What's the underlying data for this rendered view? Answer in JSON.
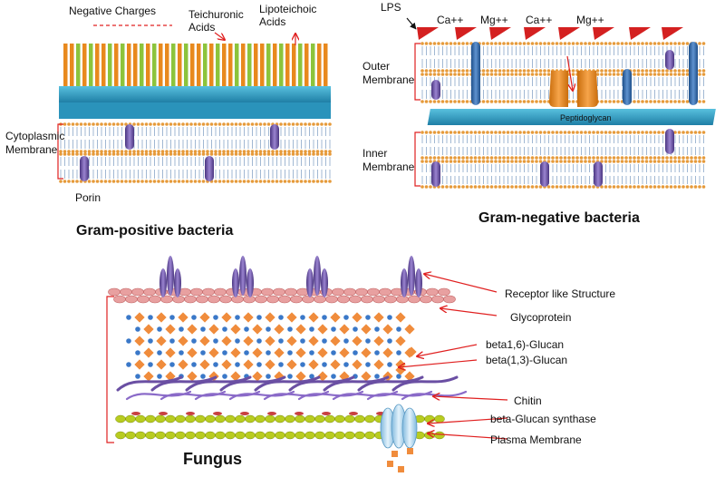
{
  "gram_positive": {
    "title": "Gram-positive bacteria",
    "labels": {
      "negative_charges": "Negative Charges",
      "teichuronic_acids": [
        "Teichuronic",
        "Acids"
      ],
      "lipoteichoic_acids": [
        "Lipoteichoic",
        "Acids"
      ],
      "cytoplasmic_membrane": [
        "Cytoplasmic",
        "Membrane"
      ],
      "porin": "Porin"
    }
  },
  "gram_negative": {
    "title": "Gram-negative bacteria",
    "labels": {
      "lps": "LPS",
      "ions": [
        "Ca++",
        "Mg++",
        "Ca++",
        "Mg++"
      ],
      "outer_membrane": [
        "Outer",
        "Membrane"
      ],
      "peptidoglycan": "Peptidoglycan",
      "inner_membrane": [
        "Inner",
        "Membrane"
      ]
    }
  },
  "fungus": {
    "title": "Fungus",
    "labels": {
      "receptor": "Receptor like Structure",
      "glycoprotein": "Glycoprotein",
      "beta16": "beta1,6)-Glucan",
      "beta13": "beta(1,3)-Glucan",
      "chitin": "Chitin",
      "synthase": "beta-Glucan synthase",
      "plasma_membrane": "Plasma Membrane"
    }
  },
  "colors": {
    "lipid_head": "#e69a3a",
    "lipid_tail": "#8aa6c8",
    "peptidoglycan": "#2f9fc3",
    "protein": "#6a4fa3",
    "porin_orange": "#e8891d",
    "lps_red": "#d42020",
    "arrow_red": "#e02020",
    "receptor_pink": "#e8a0a0",
    "glucan_orange": "#f08c3c",
    "glucan_blue": "#3a78c8",
    "chitin_purple": "#6a4fa3",
    "membrane_green": "#b8cc20",
    "synthase_blue": "#aad4ee"
  }
}
